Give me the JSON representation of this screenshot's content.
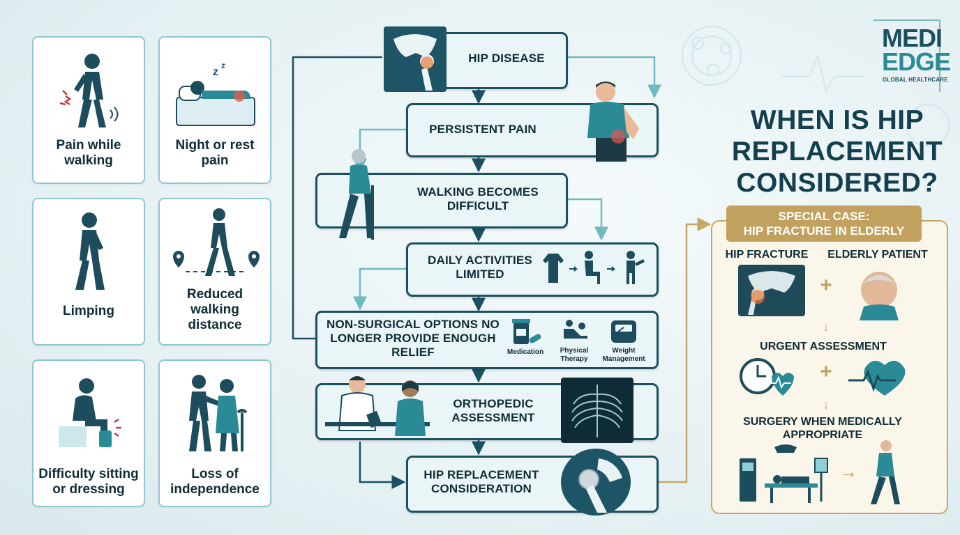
{
  "brand": {
    "line1": "MEDI",
    "line2": "EDGE",
    "tagline": "GLOBAL HEALTHCARE"
  },
  "title": "WHEN IS HIP REPLACEMENT CONSIDERED?",
  "symptoms": [
    {
      "label": "Pain while walking",
      "icon": "walking-pain-icon"
    },
    {
      "label": "Night or rest pain",
      "icon": "sleeping-pain-icon"
    },
    {
      "label": "Limping",
      "icon": "limping-icon"
    },
    {
      "label": "Reduced walking distance",
      "icon": "walking-distance-icon"
    },
    {
      "label": "Difficulty sitting or dressing",
      "icon": "sitting-dressing-icon"
    },
    {
      "label": "Loss of independence",
      "icon": "assisted-walking-icon"
    }
  ],
  "flow": {
    "steps": [
      {
        "label": "HIP DISEASE"
      },
      {
        "label": "PERSISTENT PAIN"
      },
      {
        "label": "WALKING BECOMES DIFFICULT"
      },
      {
        "label": "DAILY ACTIVITIES LIMITED"
      },
      {
        "label": "NON-SURGICAL OPTIONS NO LONGER PROVIDE ENOUGH RELIEF"
      },
      {
        "label": "ORTHOPEDIC ASSESSMENT"
      },
      {
        "label": "HIP REPLACEMENT CONSIDERATION"
      }
    ],
    "non_surgical_options": [
      "Medication",
      "Physical Therapy",
      "Weight Management"
    ]
  },
  "special_case": {
    "header_line1": "SPECIAL CASE:",
    "header_line2": "HIP FRACTURE IN ELDERLY",
    "hip_fracture": "HIP FRACTURE",
    "elderly_patient": "ELDERLY PATIENT",
    "urgent_assessment": "URGENT ASSESSMENT",
    "surgery": "SURGERY WHEN MEDICALLY APPROPRIATE"
  },
  "colors": {
    "teal": "#2a8a96",
    "navy": "#1c5060",
    "gold": "#c2a15f",
    "card_border": "#8fc9cf"
  }
}
